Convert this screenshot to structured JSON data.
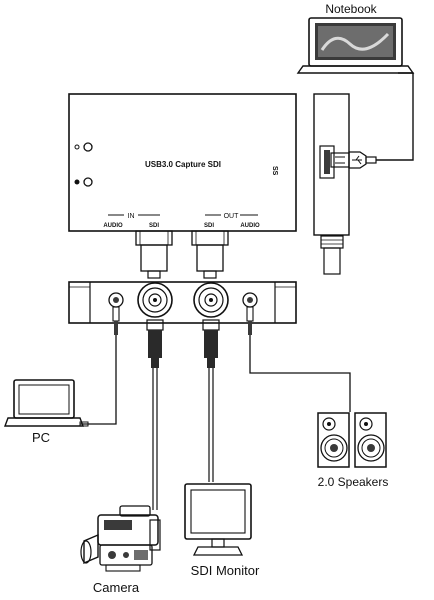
{
  "labels": {
    "notebook": "Notebook",
    "pc": "PC",
    "camera": "Camera",
    "sdi_monitor": "SDI Monitor",
    "speakers": "2.0 Speakers"
  },
  "device": {
    "title": "USB3.0 Capture SDI",
    "in_label": "IN",
    "out_label": "OUT",
    "in_audio": "AUDIO",
    "in_sdi": "SDI",
    "out_sdi": "SDI",
    "out_audio": "AUDIO",
    "usb_badge": "SS"
  },
  "icons": [
    "notebook-icon",
    "usb-plug-icon",
    "laptop-icon",
    "camera-icon",
    "monitor-icon",
    "speaker-icon",
    "bnc-connector-icon",
    "audio-jack-icon"
  ],
  "colors": {
    "line": "#111111",
    "fill_light": "#e8e8e8",
    "fill_mid": "#cfcfcf",
    "fill_dark": "#3a3a3a",
    "background": "#ffffff"
  }
}
